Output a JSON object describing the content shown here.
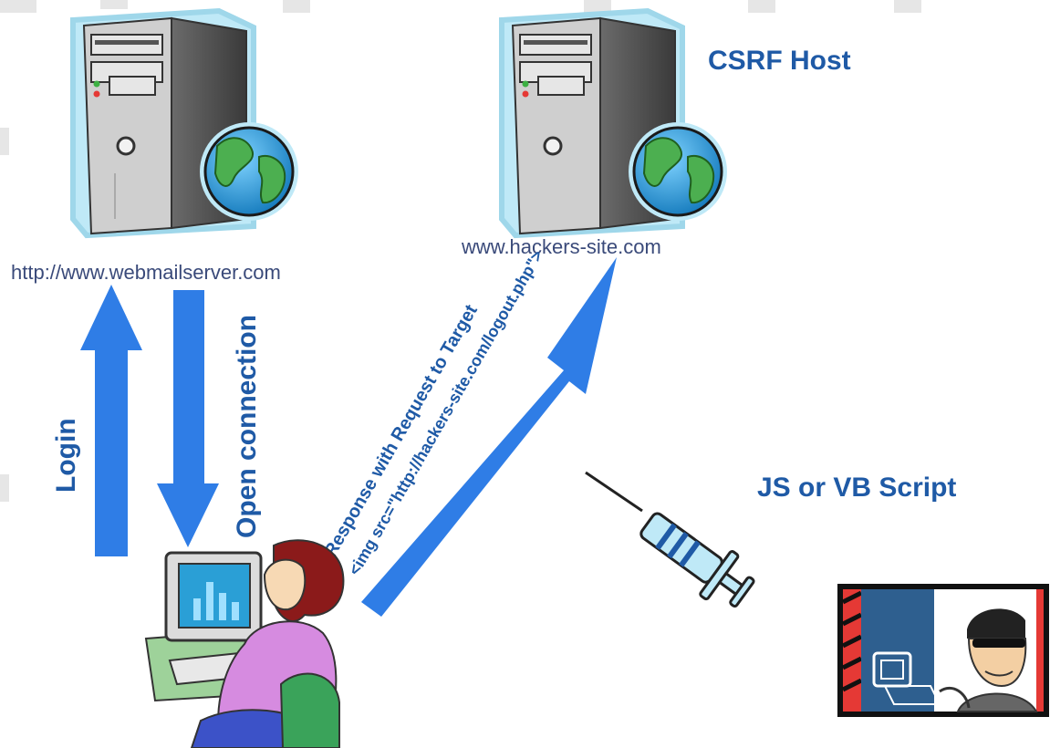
{
  "nodes": {
    "webmail_server": {
      "url": "http://www.webmailserver.com"
    },
    "csrf_host": {
      "title": "CSRF Host",
      "url": "www.hackers-site.com"
    },
    "script_label": "JS or VB Script"
  },
  "arrows": {
    "login": "Login",
    "open_connection": "Open connection",
    "response_line1": "Response with Request to Target",
    "response_line2": "<img src=\"http://hackers-site.com/logout.php\">"
  },
  "colors": {
    "arrow_blue": "#2f7de6",
    "label_blue": "#1f5aa6",
    "server_body": "#4a4a4a",
    "globe_ocean": "#2a9fd6",
    "globe_land": "#4caf50"
  }
}
